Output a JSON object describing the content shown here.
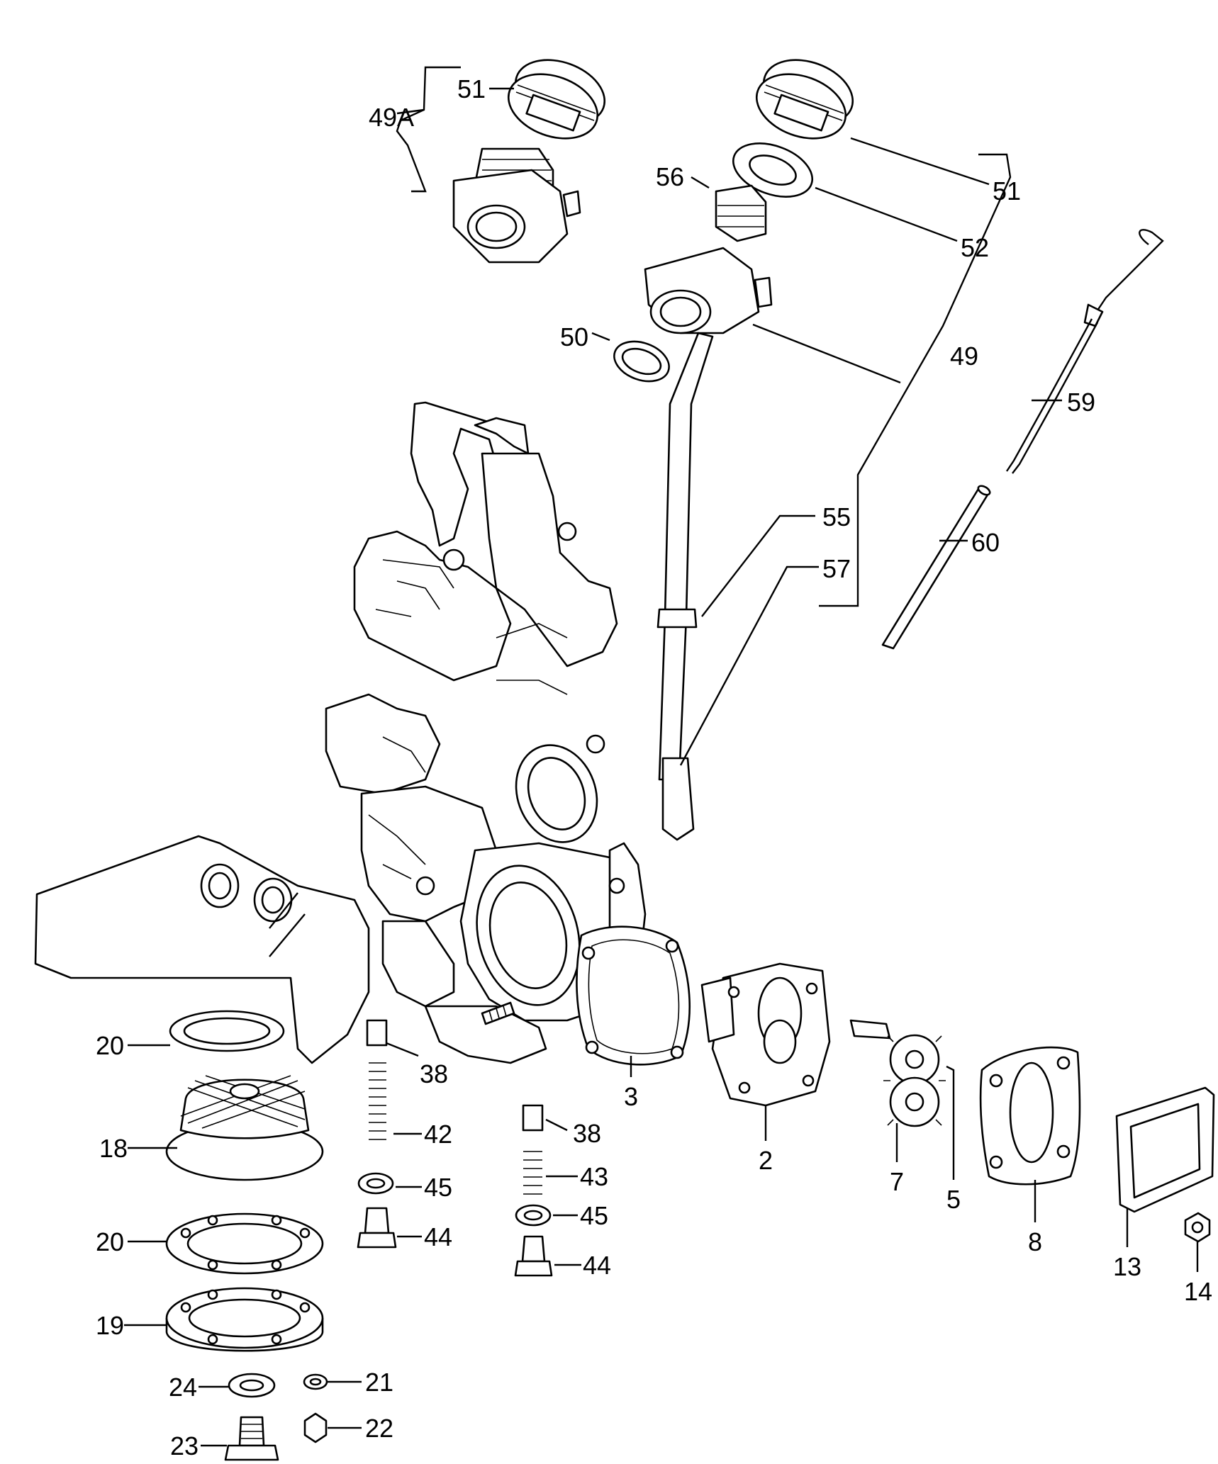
{
  "diagram": {
    "callouts": [
      {
        "id": "49A",
        "text": "49A"
      },
      {
        "id": "51a",
        "text": "51"
      },
      {
        "id": "56",
        "text": "56"
      },
      {
        "id": "51b",
        "text": "51"
      },
      {
        "id": "52",
        "text": "52"
      },
      {
        "id": "50",
        "text": "50"
      },
      {
        "id": "49",
        "text": "49"
      },
      {
        "id": "59",
        "text": "59"
      },
      {
        "id": "55",
        "text": "55"
      },
      {
        "id": "60",
        "text": "60"
      },
      {
        "id": "57",
        "text": "57"
      },
      {
        "id": "20a",
        "text": "20"
      },
      {
        "id": "38a",
        "text": "38"
      },
      {
        "id": "3",
        "text": "3"
      },
      {
        "id": "2",
        "text": "2"
      },
      {
        "id": "7",
        "text": "7"
      },
      {
        "id": "5",
        "text": "5"
      },
      {
        "id": "8",
        "text": "8"
      },
      {
        "id": "13",
        "text": "13"
      },
      {
        "id": "14",
        "text": "14"
      },
      {
        "id": "18",
        "text": "18"
      },
      {
        "id": "42",
        "text": "42"
      },
      {
        "id": "38b",
        "text": "38"
      },
      {
        "id": "43",
        "text": "43"
      },
      {
        "id": "45a",
        "text": "45"
      },
      {
        "id": "45b",
        "text": "45"
      },
      {
        "id": "44a",
        "text": "44"
      },
      {
        "id": "44b",
        "text": "44"
      },
      {
        "id": "20b",
        "text": "20"
      },
      {
        "id": "19",
        "text": "19"
      },
      {
        "id": "24",
        "text": "24"
      },
      {
        "id": "21",
        "text": "21"
      },
      {
        "id": "23",
        "text": "23"
      },
      {
        "id": "22",
        "text": "22"
      }
    ]
  }
}
